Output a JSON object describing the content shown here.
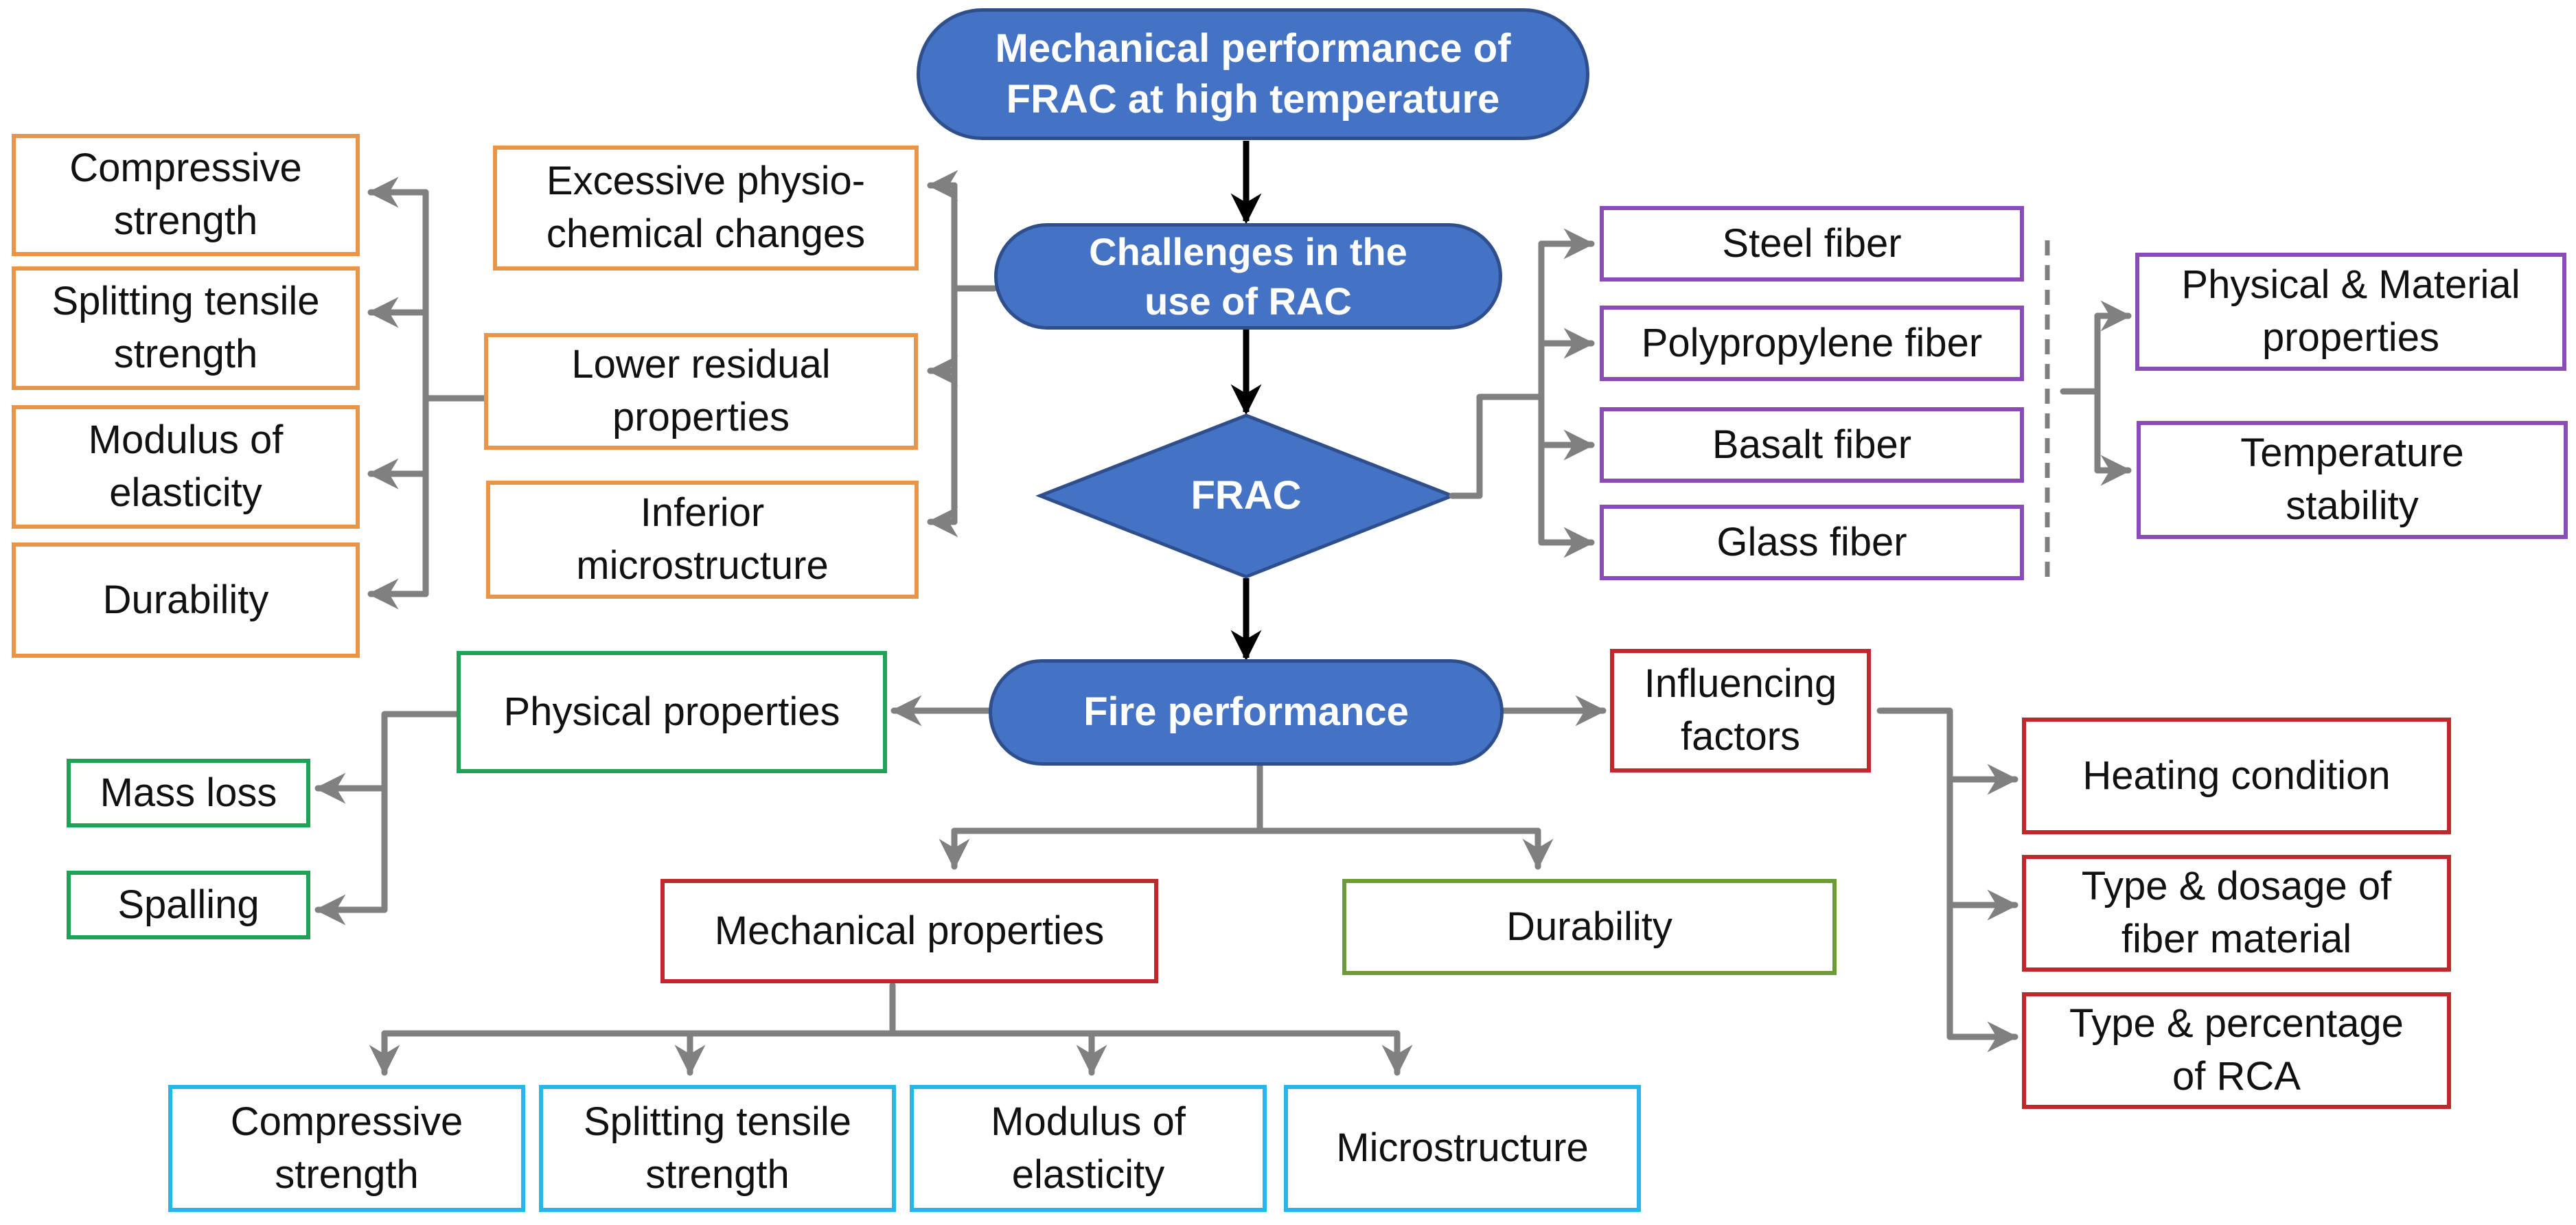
{
  "root": {
    "lines": [
      "Mechanical performance of",
      "FRAC at high temperature"
    ]
  },
  "challenges": {
    "lines": [
      "Challenges in the",
      "use of RAC"
    ]
  },
  "frac": {
    "label": "FRAC"
  },
  "fire": {
    "label": "Fire performance"
  },
  "challenge_items": [
    {
      "lines": [
        "Excessive physio-",
        "chemical changes"
      ]
    },
    {
      "lines": [
        "Lower residual",
        "properties"
      ]
    },
    {
      "lines": [
        "Inferior",
        "microstructure"
      ]
    }
  ],
  "residual_items": [
    {
      "lines": [
        "Compressive",
        "strength"
      ]
    },
    {
      "lines": [
        "Splitting tensile",
        "strength"
      ]
    },
    {
      "lines": [
        "Modulus of",
        "elasticity"
      ]
    },
    {
      "lines": [
        "Durability"
      ]
    }
  ],
  "fibers": [
    {
      "label": "Steel fiber"
    },
    {
      "label": "Polypropylene fiber"
    },
    {
      "label": "Basalt fiber"
    },
    {
      "label": "Glass fiber"
    }
  ],
  "fiber_props": [
    {
      "lines": [
        "Physical & Material",
        "properties"
      ]
    },
    {
      "lines": [
        "Temperature",
        "stability"
      ]
    }
  ],
  "physical": {
    "label": "Physical properties"
  },
  "physical_items": [
    {
      "label": "Mass loss"
    },
    {
      "label": "Spalling"
    }
  ],
  "influencing": {
    "lines": [
      "Influencing",
      "factors"
    ]
  },
  "factors": [
    {
      "lines": [
        "Heating condition"
      ]
    },
    {
      "lines": [
        "Type & dosage of",
        "fiber material"
      ]
    },
    {
      "lines": [
        "Type & percentage",
        "of RCA"
      ]
    }
  ],
  "mechanical": {
    "label": "Mechanical properties"
  },
  "durability": {
    "label": "Durability"
  },
  "mech_items": [
    {
      "lines": [
        "Compressive",
        "strength"
      ]
    },
    {
      "lines": [
        "Splitting tensile",
        "strength"
      ]
    },
    {
      "lines": [
        "Modulus of",
        "elasticity"
      ]
    },
    {
      "lines": [
        "Microstructure"
      ]
    }
  ],
  "colors": {
    "node_fill": "#4472c4",
    "connector_grey": "#808080",
    "connector_black": "#000000",
    "orange": "#e8954a",
    "purple": "#8a4bb8",
    "green": "#1fa255",
    "olive": "#6c9a35",
    "red": "#c0282d",
    "cyan": "#27b6e6"
  }
}
